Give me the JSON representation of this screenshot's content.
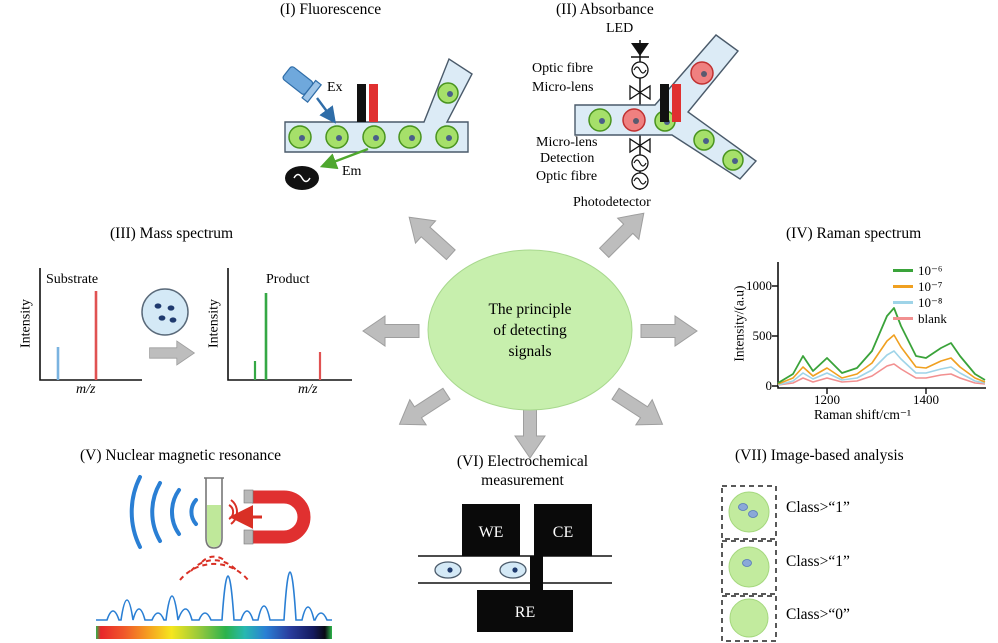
{
  "figure": {
    "center": {
      "line1": "The principle",
      "line2": "of detecting",
      "line3": "signals"
    },
    "panels": {
      "fluorescence": {
        "title": "(I) Fluorescence",
        "ex": "Ex",
        "em": "Em"
      },
      "absorbance": {
        "title": "(II) Absorbance",
        "led": "LED",
        "optic_fibre_top": "Optic fibre",
        "micro_lens_top": "Micro-lens",
        "micro_lens_bottom": "Micro-lens",
        "detection": "Detection",
        "optic_fibre_bottom": "Optic fibre",
        "photodetector": "Photodetector"
      },
      "mass_spectrum": {
        "title": "(III) Mass spectrum",
        "substrate": "Substrate",
        "product": "Product",
        "ylabel": "Intensity",
        "xlabel": "m/z"
      },
      "raman": {
        "title": "(IV) Raman spectrum",
        "ylabel": "Intensity/(a.u)",
        "xlabel": "Raman shift/cm⁻¹",
        "yticks": [
          "1000",
          "500",
          "0"
        ],
        "xticks": [
          "1200",
          "1400"
        ],
        "legend": [
          "10⁻⁶",
          "10⁻⁷",
          "10⁻⁸",
          "blank"
        ]
      },
      "nmr": {
        "title": "(V) Nuclear magnetic resonance"
      },
      "electrochemical": {
        "title_line1": "(VI) Electrochemical",
        "title_line2": "measurement",
        "we": "WE",
        "ce": "CE",
        "re": "RE"
      },
      "image_analysis": {
        "title": "(VII) Image-based analysis",
        "classes": [
          "Class>“1”",
          "Class>“1”",
          "Class>“0”"
        ]
      }
    },
    "colors": {
      "center_ellipse": "#c7efad",
      "arrow_gray": "#bdbdbd",
      "channel_fill": "#dcebf6",
      "cell_green": "#a6e06a",
      "cell_red": "#ef8080",
      "nucleus_blue": "#4a5f8a",
      "excitation_blue": "#2f6da8",
      "emission_green": "#4ea72e",
      "magnet_red": "#e03030",
      "nmr_blue": "#2a7fd4",
      "raman_series": [
        "#3aa33a",
        "#f0a020",
        "#9fd4e8",
        "#f29090"
      ],
      "mass_substrate_peaks": [
        "#7ab3e0",
        "#e05252"
      ],
      "mass_product_peaks": [
        "#35a845",
        "#e05252"
      ]
    }
  },
  "chart_data": [
    {
      "type": "line",
      "title": "(IV) Raman spectrum",
      "xlabel": "Raman shift/cm⁻¹",
      "ylabel": "Intensity/(a.u)",
      "xlim": [
        1100,
        1520
      ],
      "ylim": [
        0,
        1100
      ],
      "xticks": [
        1200,
        1400
      ],
      "yticks": [
        0,
        500,
        1000
      ],
      "legend_position": "top-right",
      "x": [
        1100,
        1130,
        1150,
        1170,
        1200,
        1230,
        1260,
        1290,
        1320,
        1335,
        1350,
        1380,
        1400,
        1430,
        1450,
        1470,
        1500,
        1520
      ],
      "series": [
        {
          "name": "10⁻⁶",
          "color": "#3aa33a",
          "values": [
            30,
            120,
            300,
            150,
            280,
            130,
            180,
            350,
            700,
            780,
            600,
            300,
            280,
            380,
            430,
            300,
            120,
            60
          ]
        },
        {
          "name": "10⁻⁷",
          "color": "#f0a020",
          "values": [
            20,
            78,
            195,
            98,
            182,
            85,
            117,
            228,
            455,
            507,
            390,
            195,
            182,
            247,
            280,
            195,
            78,
            39
          ]
        },
        {
          "name": "10⁻⁸",
          "color": "#9fd4e8",
          "values": [
            14,
            54,
            135,
            68,
            126,
            59,
            81,
            158,
            315,
            351,
            270,
            135,
            126,
            171,
            194,
            135,
            54,
            27
          ]
        },
        {
          "name": "blank",
          "color": "#f29090",
          "values": [
            8,
            34,
            84,
            42,
            78,
            36,
            50,
            98,
            196,
            218,
            168,
            84,
            78,
            106,
            120,
            84,
            34,
            17
          ]
        }
      ]
    },
    {
      "type": "bar",
      "title": "Substrate",
      "xlabel": "m/z",
      "ylabel": "Intensity",
      "series": [
        {
          "name": "substrate-peaks",
          "points": [
            {
              "mz_rel": 0.18,
              "intensity_rel": 0.3,
              "color": "#7ab3e0"
            },
            {
              "mz_rel": 0.55,
              "intensity_rel": 1.0,
              "color": "#e05252"
            }
          ]
        }
      ]
    },
    {
      "type": "bar",
      "title": "Product",
      "xlabel": "m/z",
      "ylabel": "Intensity",
      "series": [
        {
          "name": "product-peaks",
          "points": [
            {
              "mz_rel": 0.22,
              "intensity_rel": 0.17,
              "color": "#35a845"
            },
            {
              "mz_rel": 0.31,
              "intensity_rel": 0.78,
              "color": "#35a845"
            },
            {
              "mz_rel": 0.74,
              "intensity_rel": 0.25,
              "color": "#e05252"
            }
          ]
        }
      ]
    }
  ]
}
